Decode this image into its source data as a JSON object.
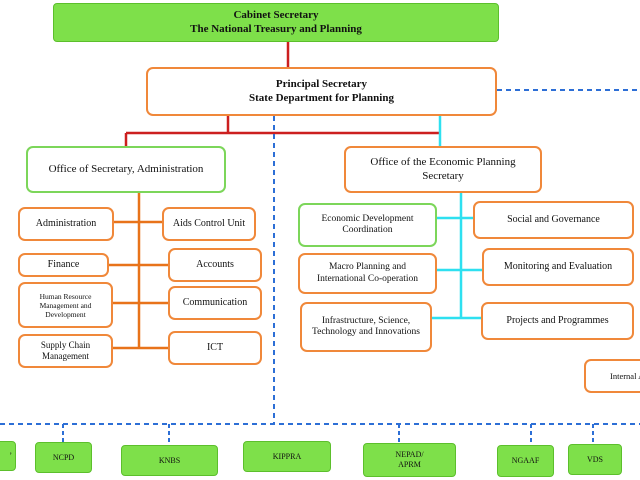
{
  "cabinet": {
    "line1": "Cabinet Secretary",
    "line2": "The National Treasury and Planning"
  },
  "ps": {
    "line1": "Principal Secretary",
    "line2": "State Department for Planning"
  },
  "admin_office": {
    "label": "Office of Secretary, Administration"
  },
  "econ_office": {
    "line1": "Office of the Economic Planning",
    "line2": "Secretary"
  },
  "admin_units": {
    "administration": "Administration",
    "finance": "Finance",
    "hr": {
      "line1": "Human Resource",
      "line2": "Management and",
      "line3": "Development"
    },
    "supply": {
      "line1": "Supply Chain",
      "line2": "Management"
    },
    "aids": "Aids Control Unit",
    "accounts": "Accounts",
    "communication": "Communication",
    "ict": "ICT"
  },
  "econ_units": {
    "edc": {
      "line1": "Economic Development",
      "line2": "Coordination"
    },
    "macro": {
      "line1": "Macro Planning and",
      "line2": "International Co-operation"
    },
    "infra": {
      "line1": "Infrastructure, Science,",
      "line2": "Technology and Innovations"
    },
    "social": "Social and Governance",
    "monitoring": "Monitoring and Evaluation",
    "projects": "Projects and Programmes",
    "internal": "Internal A"
  },
  "agencies": {
    "partial": "’",
    "ncpd": "NCPD",
    "knbs": "KNBS",
    "kippra": "KIPPRA",
    "nepad": {
      "line1": "NEPAD/",
      "line2": "APRM"
    },
    "ngaaf": "NGAAF",
    "vds": "VDS"
  },
  "colors": {
    "orange": "#f0883a",
    "green_border": "#7cd65a",
    "green_fill": "#7ee04a",
    "red": "#cc1f1f",
    "cyan": "#2ee0f0",
    "blue_dash": "#2d6fd6"
  }
}
